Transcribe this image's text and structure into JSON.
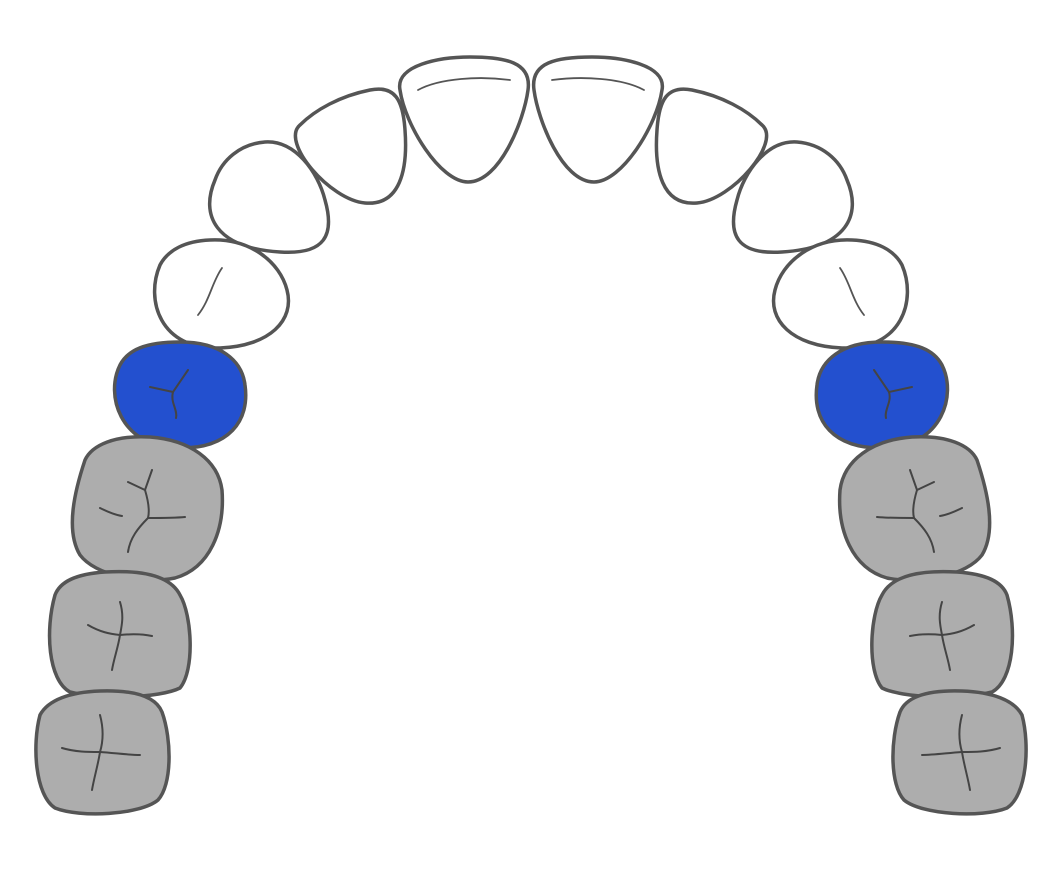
{
  "colors": {
    "outline": "#555555",
    "healthy": "#ffffff",
    "highlighted": "#2350CF",
    "missing": "#ADADAD"
  },
  "arch": "upper",
  "teeth": {
    "left": [
      "healthy",
      "healthy",
      "healthy",
      "healthy",
      "highlighted",
      "missing",
      "missing",
      "missing"
    ],
    "right": [
      "healthy",
      "healthy",
      "healthy",
      "healthy",
      "highlighted",
      "missing",
      "missing",
      "missing"
    ]
  }
}
